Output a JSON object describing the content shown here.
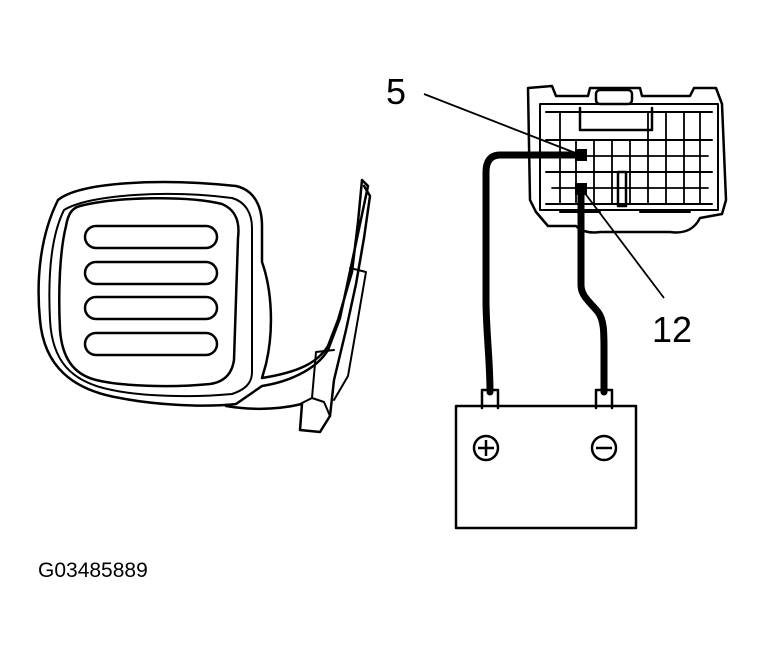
{
  "labels": {
    "pin_5": "5",
    "pin_12": "12",
    "figure_id": "G03485889"
  },
  "battery": {
    "positive_symbol": "plus-terminal-icon",
    "negative_symbol": "minus-terminal-icon"
  },
  "colors": {
    "line": "#000000",
    "background": "#ffffff"
  }
}
